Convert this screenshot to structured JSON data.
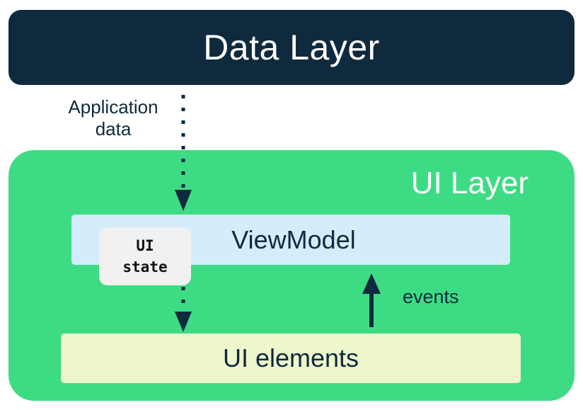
{
  "data_layer": {
    "title": "Data Layer"
  },
  "application_data": {
    "label": "Application data"
  },
  "ui_layer": {
    "title": "UI Layer",
    "viewmodel": {
      "label": "ViewModel"
    },
    "ui_state": {
      "label": "UI\nstate"
    },
    "ui_elements": {
      "label": "UI elements"
    },
    "events": {
      "label": "events"
    }
  },
  "colors": {
    "data_layer_bg": "#0f2a3d",
    "ui_layer_bg": "#3ddc84",
    "viewmodel_bg": "#d4ecfb",
    "ui_elements_bg": "#eef6cc",
    "ui_state_bg": "#f1f1f1",
    "arrow": "#0f2a3d"
  }
}
